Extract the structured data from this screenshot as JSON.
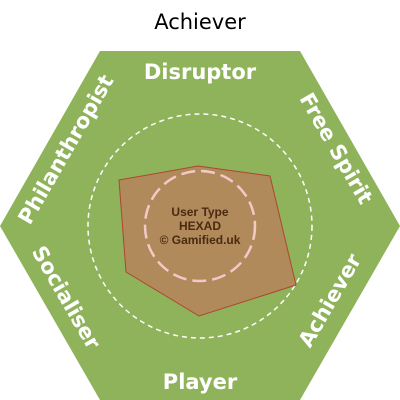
{
  "title": "Achiever",
  "colors": {
    "hexagon": "#8fb35a",
    "profile_fill": "#b08a5a",
    "profile_stroke": "#b0452f",
    "inner_circle": "#f2c9c9",
    "outer_circle": "#ffffff",
    "label": "#ffffff",
    "center_text": "#4a2a10"
  },
  "labels": {
    "disruptor": "Disruptor",
    "free_spirit": "Free Spirit",
    "achiever": "Achiever",
    "player": "Player",
    "socialiser": "Socialiser",
    "philanthropist": "Philanthropist"
  },
  "center": {
    "line1": "User Type",
    "line2": "HEXAD",
    "line3": "© Gamified.uk"
  }
}
